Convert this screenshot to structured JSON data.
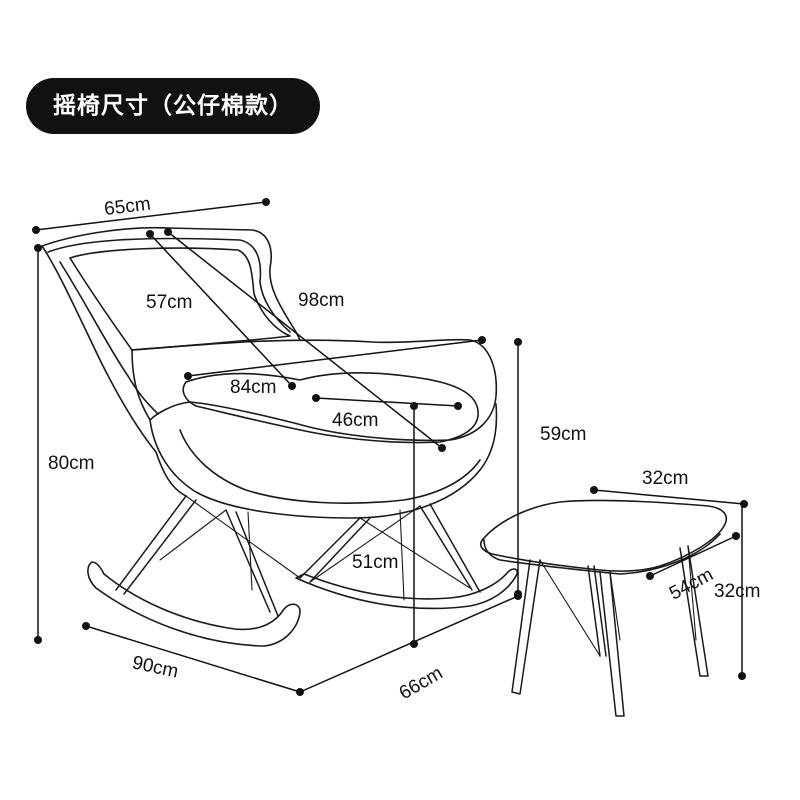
{
  "title": "摇椅尺寸（公仔棉款）",
  "chair_dimensions": {
    "width_top": "65cm",
    "back_height": "57cm",
    "diagonal_depth": "98cm",
    "armrest_width": "84cm",
    "seat_depth": "46cm",
    "total_height": "80cm",
    "seat_height": "51cm",
    "armrest_height": "59cm",
    "rocker_length": "90cm",
    "base_depth": "66cm"
  },
  "stool_dimensions": {
    "width": "32cm",
    "depth": "54cm",
    "height": "32cm"
  },
  "colors": {
    "badge_bg": "#111111",
    "badge_text": "#ffffff",
    "line": "#111111"
  }
}
